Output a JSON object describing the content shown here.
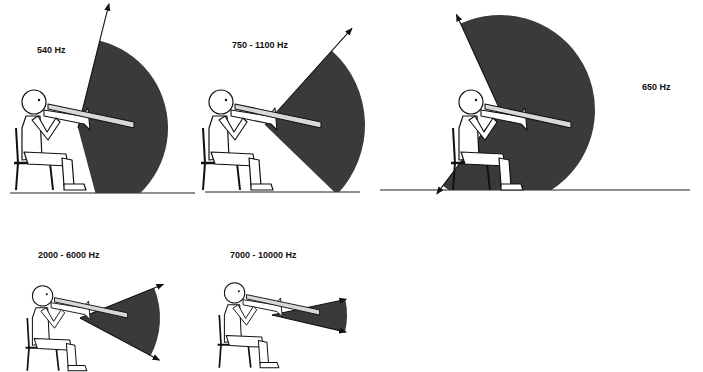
{
  "diagram": {
    "labels": [
      "540 Hz",
      "750 - 1100 Hz",
      "650 Hz",
      "2000 - 6000 Hz",
      "7000 - 10000 Hz"
    ]
  }
}
